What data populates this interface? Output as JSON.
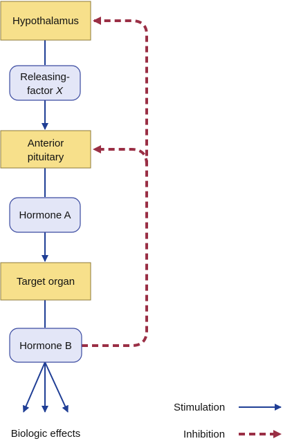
{
  "nodes": {
    "hypothalamus": {
      "label": "Hypothalamus"
    },
    "releasing_factor": {
      "line1": "Releasing-",
      "line2_prefix": "factor ",
      "line2_var": "X"
    },
    "anterior_pituitary": {
      "line1": "Anterior",
      "line2": "pituitary"
    },
    "hormone_a": {
      "label": "Hormone A"
    },
    "target_organ": {
      "label": "Target organ"
    },
    "hormone_b": {
      "label": "Hormone B"
    }
  },
  "outputs": {
    "biologic_effects": "Biologic effects"
  },
  "legend": {
    "stimulation": "Stimulation",
    "inhibition": "Inhibition"
  },
  "colors": {
    "rect_fill": "#f7e08b",
    "rect_stroke": "#8c7a3a",
    "pill_fill": "#e3e6f7",
    "pill_stroke": "#3a4aa0",
    "stimulation": "#1f3e95",
    "inhibition": "#9a2f45"
  }
}
